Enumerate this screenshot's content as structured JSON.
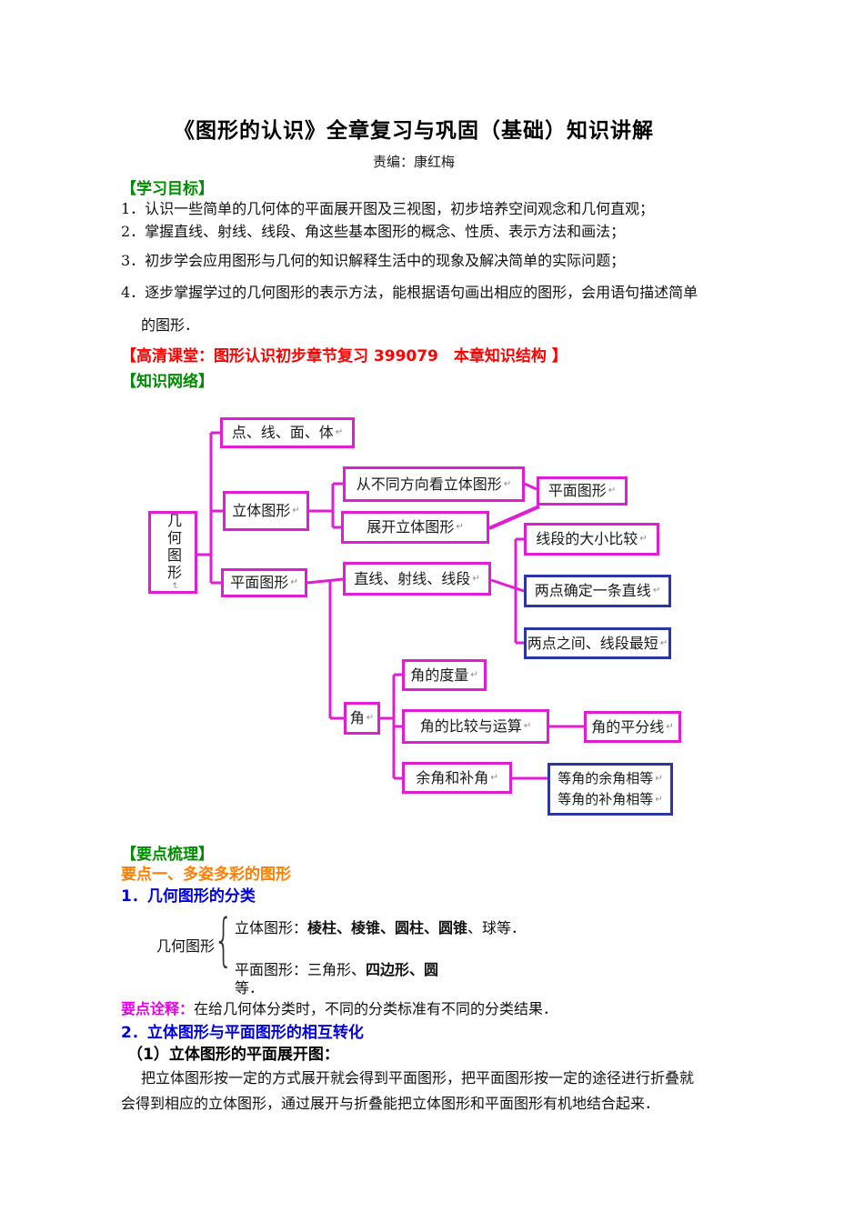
{
  "page": {
    "title": "《图形的认识》全章复习与巩固（基础）知识讲解",
    "editor": "责编：康红梅"
  },
  "colors": {
    "header_green": "#008C00",
    "hd_red": "#FF0000",
    "point_orange": "#FF7E00",
    "heading_blue": "#0000E0",
    "annotation_magenta": "#E800E8",
    "diagram_box_magenta": "#E01CD5",
    "diagram_box_blue": "#2B35A8"
  },
  "sections": {
    "goals_header": "【学习目标】",
    "goals": [
      "1．认识一些简单的几何体的平面展开图及三视图，初步培养空间观念和几何直观；",
      "2．掌握直线、射线、线段、角这些基本图形的概念、性质、表示方法和画法；",
      "3．初步学会应用图形与几何的知识解释生活中的现象及解决简单的实际问题；",
      "4．逐步掌握学过的几何图形的表示方法，能根据语句画出相应的图形，会用语句描述简单",
      "的图形．"
    ],
    "hd_line": "【高清课堂：图形认识初步章节复习 399079　本章知识结构 】",
    "network_header": "【知识网络】",
    "outline_header": "【要点梳理】",
    "point_one": "要点一、多姿多彩的图形",
    "classification_heading": "1．几何图形的分类",
    "annotation_label": "要点诠释：",
    "annotation_text": "在给几何体分类时，不同的分类标准有不同的分类结果．",
    "transform_heading": "2．立体图形与平面图形的相互转化",
    "unfold_subheading": "（1）立体图形的平面展开图：",
    "unfold_para": [
      "把立体图形按一定的方式展开就会得到平面图形，把平面图形按一定的途径进行折叠就",
      "会得到相应的立体图形，通过展开与折叠能把立体图形和平面图形有机地结合起来．"
    ]
  },
  "brace_figure": {
    "root": "几何图形",
    "brace": "{",
    "line1": {
      "prefix": "立体图形：",
      "bold": "棱柱、棱锥、圆柱、圆锥",
      "rest": "、球等．"
    },
    "line2": {
      "prefix": "平面图形：",
      "normal": "三角形、",
      "bold": "四边形、圆"
    },
    "line3": "等．"
  },
  "diagram": {
    "return_glyph": "↵",
    "nodes": {
      "geo": {
        "label": "几何图形"
      },
      "dots": {
        "label": "点、线、面、体"
      },
      "solid": {
        "label": "立体图形"
      },
      "view3d": {
        "label": "从不同方向看立体图形"
      },
      "unfold": {
        "label": "展开立体图形"
      },
      "plane_right": {
        "label": "平面图形"
      },
      "seg_compare": {
        "label": "线段的大小比较"
      },
      "plane_left": {
        "label": "平面图形"
      },
      "line_ray_seg": {
        "label": "直线、射线、线段"
      },
      "two_points_line": {
        "label": "两点确定一条直线"
      },
      "two_points_short": {
        "label": "两点之间、线段最短"
      },
      "angle": {
        "label": "角"
      },
      "angle_measure": {
        "label": "角的度量"
      },
      "angle_compare": {
        "label": "角的比较与运算"
      },
      "angle_bisector": {
        "label": "角的平分线"
      },
      "comp_supp": {
        "label": "余角和补角"
      },
      "equal_angles": {
        "lines": [
          "等角的余角相等",
          "等角的补角相等"
        ]
      }
    }
  }
}
